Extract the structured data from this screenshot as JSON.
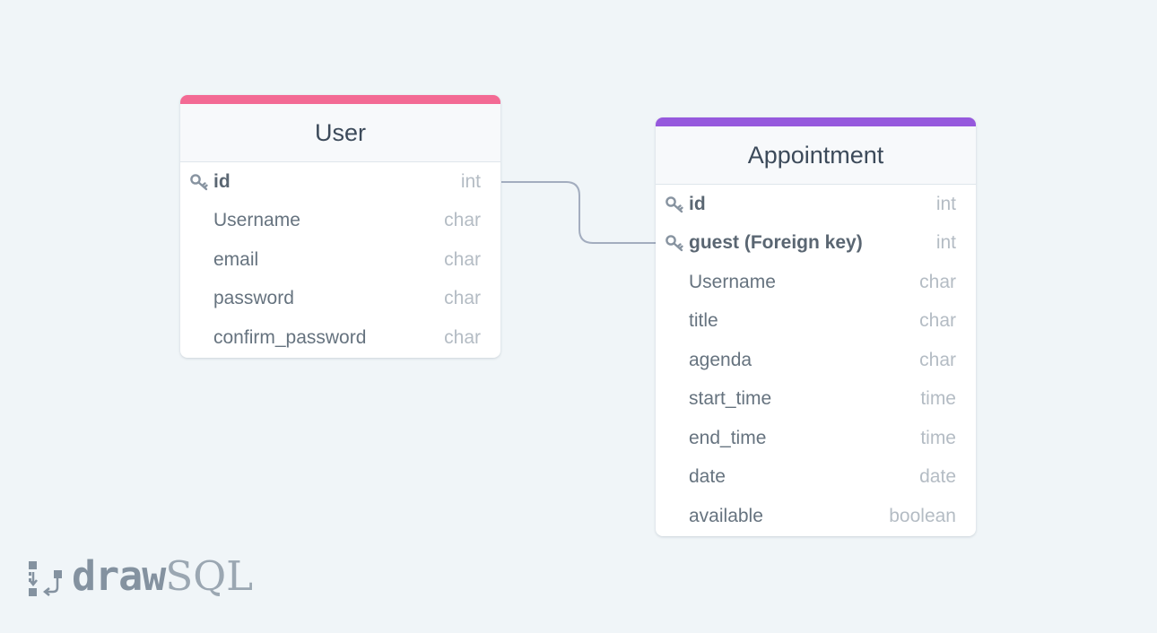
{
  "diagram": {
    "tables": [
      {
        "name": "User",
        "accent_color": "#f36a94",
        "columns": [
          {
            "name": "id",
            "type": "int",
            "key": true,
            "bold": true
          },
          {
            "name": "Username",
            "type": "char",
            "key": false,
            "bold": false
          },
          {
            "name": "email",
            "type": "char",
            "key": false,
            "bold": false
          },
          {
            "name": "password",
            "type": "char",
            "key": false,
            "bold": false
          },
          {
            "name": "confirm_password",
            "type": "char",
            "key": false,
            "bold": false
          }
        ]
      },
      {
        "name": "Appointment",
        "accent_color": "#9659dd",
        "columns": [
          {
            "name": "id",
            "type": "int",
            "key": true,
            "bold": true
          },
          {
            "name": "guest (Foreign key)",
            "type": "int",
            "key": true,
            "bold": true
          },
          {
            "name": "Username",
            "type": "char",
            "key": false,
            "bold": false
          },
          {
            "name": "title",
            "type": "char",
            "key": false,
            "bold": false
          },
          {
            "name": "agenda",
            "type": "char",
            "key": false,
            "bold": false
          },
          {
            "name": "start_time",
            "type": "time",
            "key": false,
            "bold": false
          },
          {
            "name": "end_time",
            "type": "time",
            "key": false,
            "bold": false
          },
          {
            "name": "date",
            "type": "date",
            "key": false,
            "bold": false
          },
          {
            "name": "available",
            "type": "boolean",
            "key": false,
            "bold": false
          }
        ]
      }
    ],
    "relationships": [
      {
        "from_table": "User",
        "from_column": "id",
        "to_table": "Appointment",
        "to_column": "guest (Foreign key)"
      }
    ],
    "connector_color": "#a3adbf"
  },
  "branding": {
    "logo_bold": "draw",
    "logo_light": "SQL",
    "logo_color": "#8492a0"
  }
}
